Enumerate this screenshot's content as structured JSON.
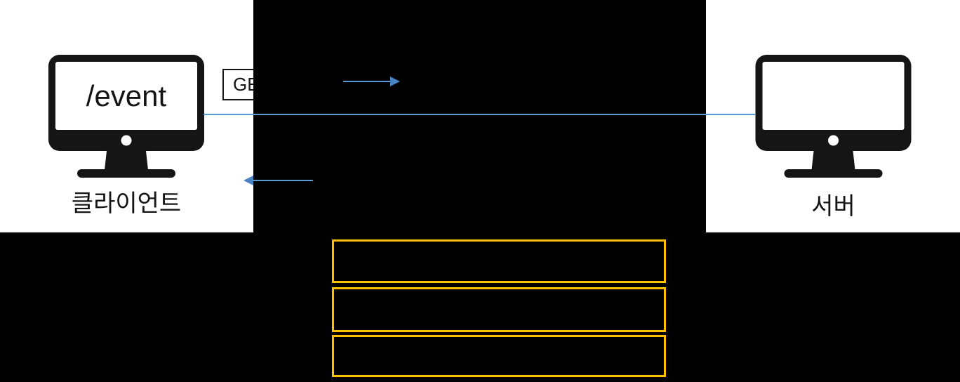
{
  "diagram": {
    "client": {
      "label": "클라이언트",
      "screen_text": "/event"
    },
    "server": {
      "label": "서버"
    },
    "request_box": {
      "visible_text": "GE"
    },
    "connections": [
      {
        "id": "request-arrow",
        "direction": "right"
      },
      {
        "id": "stream-line",
        "direction": "horizontal"
      },
      {
        "id": "response-arrow",
        "direction": "left"
      }
    ],
    "event_boxes": {
      "count": 3
    },
    "colors": {
      "line_blue": "#5B9BD5",
      "arrowhead_blue": "#4A84C4",
      "event_box_orange": "#FFC000",
      "redaction_black": "#000000"
    }
  }
}
